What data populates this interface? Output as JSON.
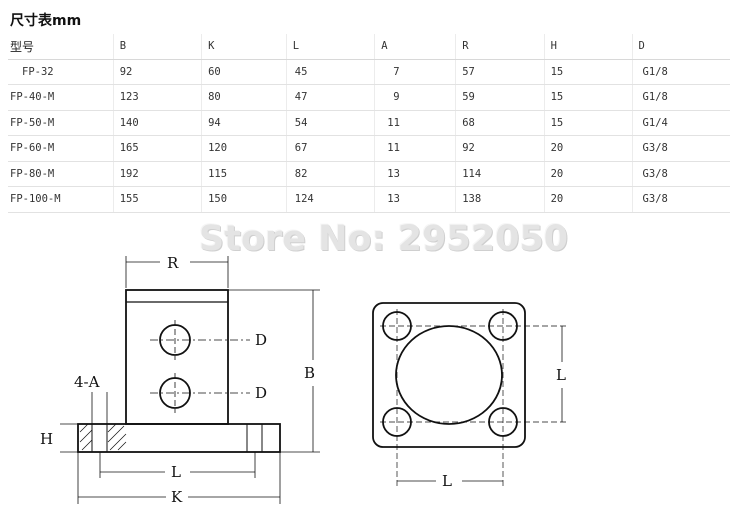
{
  "title": "尺寸表mm",
  "table": {
    "headers": [
      "型号",
      "B",
      "K",
      "L",
      "A",
      "R",
      "H",
      "D"
    ],
    "rows": [
      [
        "FP-32",
        "92",
        "60",
        "45",
        "7",
        "57",
        "15",
        "G1/8"
      ],
      [
        "FP-40-M",
        "123",
        "80",
        "47",
        "9",
        "59",
        "15",
        "G1/8"
      ],
      [
        "FP-50-M",
        "140",
        "94",
        "54",
        "11",
        "68",
        "15",
        "G1/4"
      ],
      [
        "FP-60-M",
        "165",
        "120",
        "67",
        "11",
        "92",
        "20",
        "G3/8"
      ],
      [
        "FP-80-M",
        "192",
        "115",
        "82",
        "13",
        "114",
        "20",
        "G3/8"
      ],
      [
        "FP-100-M",
        "155",
        "150",
        "124",
        "13",
        "138",
        "20",
        "G3/8"
      ]
    ]
  },
  "watermark": "Store No: 2952050",
  "drawing_labels": {
    "R": "R",
    "D1": "D",
    "D2": "D",
    "B": "B",
    "A": "4-A",
    "H": "H",
    "L": "L",
    "K": "K",
    "L_side": "L",
    "L_bottom": "L"
  }
}
